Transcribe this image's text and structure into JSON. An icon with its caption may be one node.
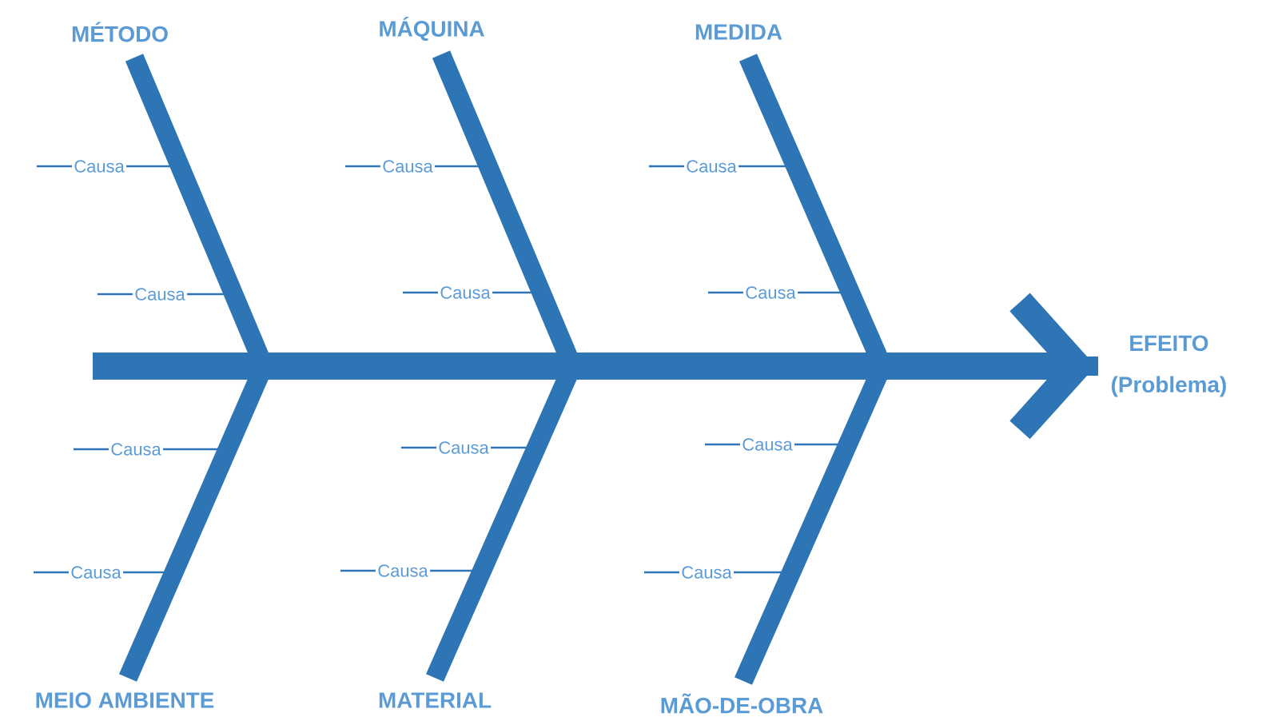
{
  "diagram": {
    "nodes": [
      {
        "text": [
          "MÉTODO"
        ]
      },
      {
        "text": [
          "MÁQUINA"
        ]
      },
      {
        "text": [
          "MEDIDA"
        ]
      },
      {
        "text": [
          "Causa"
        ]
      },
      {
        "text": [
          "Causa"
        ]
      },
      {
        "text": [
          "Causa"
        ]
      },
      {
        "text": [
          "Causa"
        ]
      },
      {
        "text": [
          "Causa"
        ]
      },
      {
        "text": [
          "Causa"
        ]
      },
      {
        "text": [
          "EFEITO (Problema)"
        ]
      },
      {
        "text": [
          "Causa"
        ]
      },
      {
        "text": [
          "Causa"
        ]
      },
      {
        "text": [
          "Causa"
        ]
      },
      {
        "text": [
          "Causa"
        ]
      },
      {
        "text": [
          "Causa"
        ]
      },
      {
        "text": [
          "Causa"
        ]
      },
      {
        "text": [
          "MEIO AMBIENTE"
        ]
      },
      {
        "text": [
          "MATERIAL"
        ]
      },
      {
        "text": [
          "MÃO-DE-OBRA"
        ]
      }
    ],
    "edges": [
      {
        "from": 0,
        "to": 9,
        "arrow": "to",
        "style": "thick"
      },
      {
        "from": 1,
        "to": 9,
        "arrow": "to",
        "style": "thick"
      },
      {
        "from": 2,
        "to": 9,
        "arrow": "to",
        "style": "thick"
      },
      {
        "from": 16,
        "to": 9,
        "arrow": "to",
        "style": "thick"
      },
      {
        "from": 17,
        "to": 9,
        "arrow": "to",
        "style": "thick"
      },
      {
        "from": 18,
        "to": 9,
        "arrow": "to",
        "style": "thick"
      },
      {
        "from": 3,
        "to": null,
        "arrow": "none"
      },
      {
        "from": 4,
        "to": null,
        "arrow": "none"
      },
      {
        "from": 5,
        "to": null,
        "arrow": "none"
      },
      {
        "from": 6,
        "to": null,
        "arrow": "none"
      },
      {
        "from": 7,
        "to": null,
        "arrow": "none"
      },
      {
        "from": 8,
        "to": null,
        "arrow": "none"
      },
      {
        "from": 10,
        "to": null,
        "arrow": "none"
      },
      {
        "from": 11,
        "to": null,
        "arrow": "none"
      },
      {
        "from": 12,
        "to": null,
        "arrow": "none"
      },
      {
        "from": 13,
        "to": null,
        "arrow": "none"
      },
      {
        "from": 14,
        "to": null,
        "arrow": "none"
      },
      {
        "from": 15,
        "to": null,
        "arrow": "none"
      }
    ]
  }
}
